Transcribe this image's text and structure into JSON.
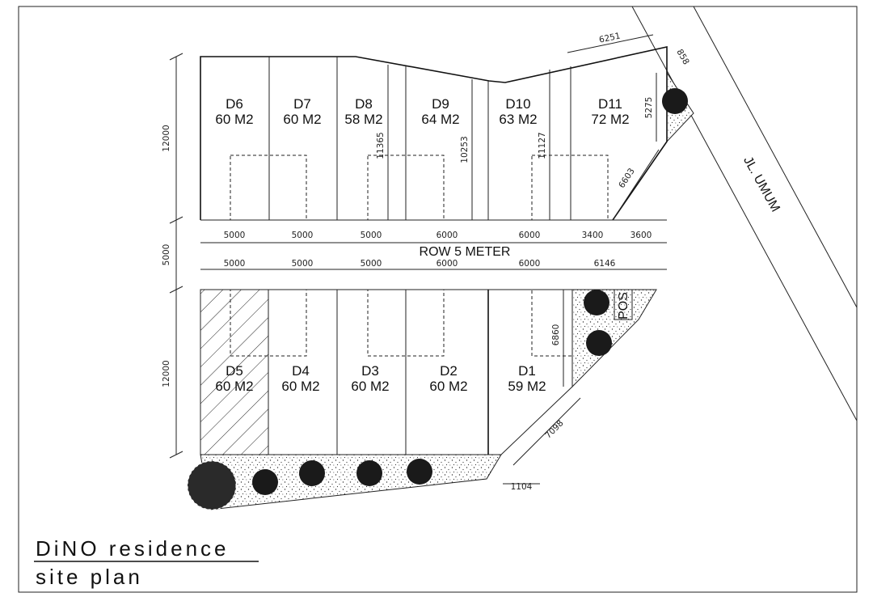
{
  "plots": [
    {
      "id": "D6",
      "area": "60 M2"
    },
    {
      "id": "D7",
      "area": "60 M2"
    },
    {
      "id": "D8",
      "area": "58 M2"
    },
    {
      "id": "D9",
      "area": "64 M2"
    },
    {
      "id": "D10",
      "area": "63 M2"
    },
    {
      "id": "D11",
      "area": "72 M2"
    },
    {
      "id": "D5",
      "area": "60 M2"
    },
    {
      "id": "D4",
      "area": "60 M2"
    },
    {
      "id": "D3",
      "area": "60 M2"
    },
    {
      "id": "D2",
      "area": "60 M2"
    },
    {
      "id": "D1",
      "area": "59 M2"
    }
  ],
  "road": {
    "row_label": "ROW 5 METER",
    "street_label": "JL. UMUM"
  },
  "post_label": "POS",
  "dimensions": {
    "top_row": [
      "5000",
      "5000",
      "5000",
      "6000",
      "6000",
      "3400",
      "3600"
    ],
    "bottom_row": [
      "5000",
      "5000",
      "5000",
      "6000",
      "6000",
      "6146"
    ],
    "left_upper": "12000",
    "left_road": "5000",
    "left_lower": "12000",
    "d8_depth": "11365",
    "d9_depth": "10253",
    "d10_depth": "11127",
    "d11_top": "6251",
    "d11_corner": "858",
    "d11_right": "5275",
    "d11_diag": "6603",
    "d1_right": "6860",
    "d1_diag": "7098",
    "d1_bottom": "1104"
  },
  "title": {
    "line1": "DiNO residence",
    "line2": "site plan"
  }
}
